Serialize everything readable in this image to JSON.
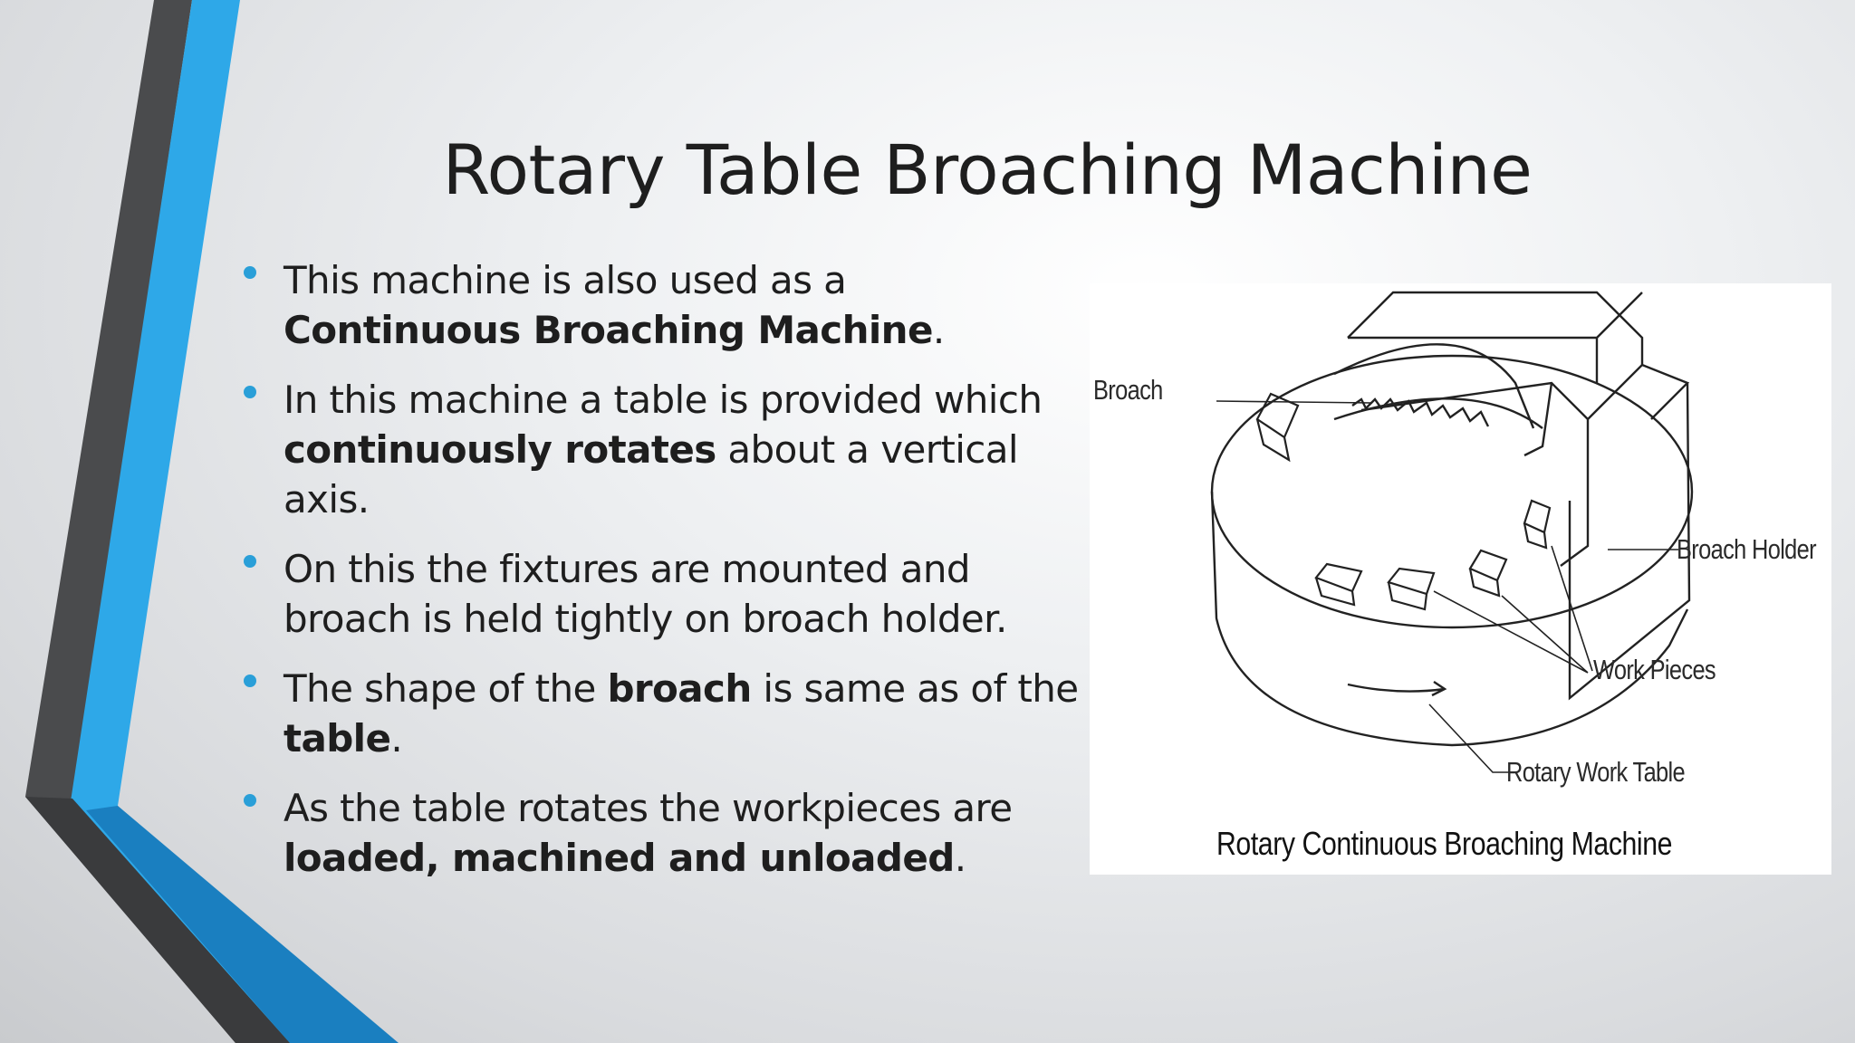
{
  "slide": {
    "title": "Rotary Table Broaching Machine",
    "bullets": [
      {
        "parts": [
          {
            "text": "This machine is also used as a "
          },
          {
            "text": "Continuous Broaching Machine",
            "bold": true
          },
          {
            "text": "."
          }
        ]
      },
      {
        "parts": [
          {
            "text": "In this machine a table is provided which "
          },
          {
            "text": "continuously rotates",
            "bold": true
          },
          {
            "text": " about a vertical axis."
          }
        ]
      },
      {
        "parts": [
          {
            "text": "On this the fixtures are mounted and broach is held tightly on broach holder."
          }
        ]
      },
      {
        "parts": [
          {
            "text": "The shape of the "
          },
          {
            "text": "broach",
            "bold": true
          },
          {
            "text": " is same as of the "
          },
          {
            "text": "table",
            "bold": true
          },
          {
            "text": "."
          }
        ]
      },
      {
        "parts": [
          {
            "text": "As the table rotates the workpieces are "
          },
          {
            "text": "loaded, machined and unloaded",
            "bold": true
          },
          {
            "text": "."
          }
        ]
      }
    ]
  },
  "figure": {
    "labels": {
      "broach": "Broach",
      "broach_holder": "Broach Holder",
      "work_pieces": "Work Pieces",
      "rotary_work_table": "Rotary Work Table"
    },
    "caption": "Rotary Continuous Broaching Machine"
  },
  "colors": {
    "accent_blue": "#2ea8e8",
    "dark_blue": "#1a7fc0",
    "dark_gray": "#4a4b4d",
    "bullet": "#2a9fd8"
  }
}
